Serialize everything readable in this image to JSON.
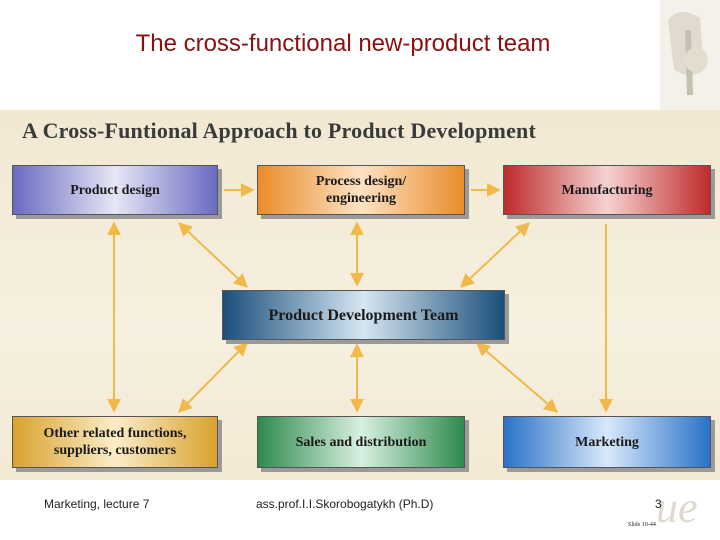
{
  "slide_title": "The cross-functional new-product team",
  "diagram": {
    "title": "A Cross-Funtional Approach to Product Development",
    "boxes": {
      "product_design": "Product design",
      "process_design_line1": "Process design/",
      "process_design_line2": "engineering",
      "manufacturing": "Manufacturing",
      "team": "Product Development Team",
      "other_line1": "Other related functions,",
      "other_line2": "suppliers, customers",
      "sales": "Sales and distribution",
      "marketing": "Marketing"
    },
    "colors": {
      "arrow": "#f0b94a",
      "product_design": "#6a6ac2",
      "process_design": "#e98c2a",
      "manufacturing": "#bf2b2b",
      "team": "#1a4f7a",
      "other": "#d8a22e",
      "sales": "#2f8a4e",
      "marketing": "#2a72c8"
    }
  },
  "footer": {
    "left": "Marketing, lecture 7",
    "middle": "ass.prof.I.I.Skorobogatykh (Ph.D)",
    "page_number": "3",
    "slide_tag": "Slide 10-44"
  }
}
